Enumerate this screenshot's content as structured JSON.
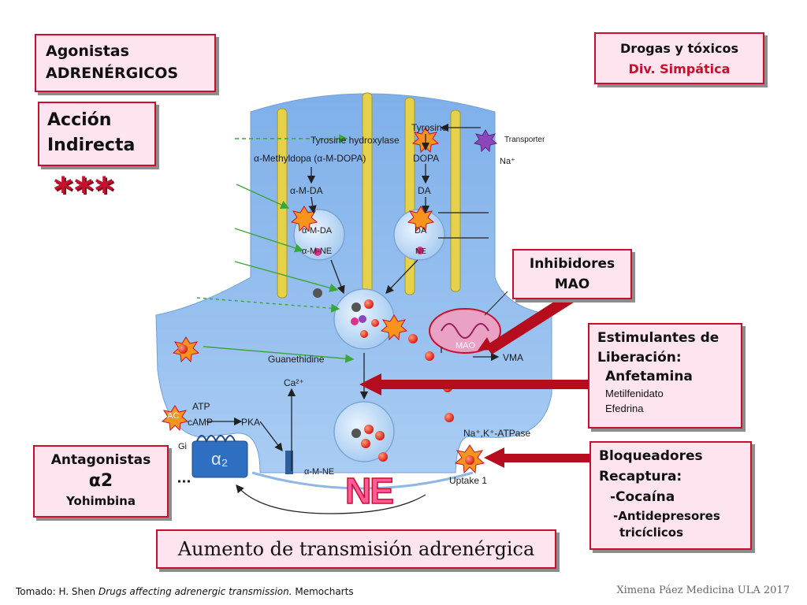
{
  "boxes": {
    "agonistas": {
      "line1": "Agonistas",
      "line2": "ADRENÉRGICOS"
    },
    "accion": {
      "line1": "Acción",
      "line2": "Indirecta"
    },
    "drogas": {
      "line1": "Drogas  y tóxicos",
      "line2": "Div. Simpática"
    },
    "inhibidores": {
      "line1": "Inhibidores",
      "line2": "MAO"
    },
    "estimulantes": {
      "line1": "Estimulantes de",
      "line2": "Liberación:",
      "item1": "Anfetamina",
      "item2": "Metilfenidato",
      "item3": "Efedrina"
    },
    "antagonistas": {
      "line1": "Antagonistas",
      "line2": "α2",
      "line3": "Yohimbina"
    },
    "bloqueadores": {
      "line1": "Bloqueadores",
      "line2": "Recaptura:",
      "item1": "-Cocaína",
      "item2": "-Antidepresores",
      "item3": "tricíclicos"
    },
    "aumento": {
      "text": "Aumento de transmisión adrenérgica"
    }
  },
  "stars": "***",
  "ne_label": "NE",
  "diagram_labels": {
    "tyrosine": "Tyrosine",
    "tyrosine_hydroxylase": "Tyrosine hydroxylase",
    "transporter": "Transporter",
    "na": "Na⁺",
    "methyldopa": "α-Methyldopa (α-M-DOPA)",
    "dopa": "DOPA",
    "amda": "α-M-DA",
    "da": "DA",
    "vesicle_amda": "α-M-DA",
    "vesicle_amne": "α-M-NE",
    "vesicle_da": "DA",
    "vesicle_ne": "NE",
    "guanethidine": "Guanethidine",
    "ca": "Ca²⁺",
    "mao": "MAO",
    "vma": "VMA",
    "atp": "ATP",
    "camp": "cAMP",
    "pka": "PKA",
    "ac": "AC",
    "gi": "Gi",
    "alpha2": "α₂",
    "amne_out": "α-M-NE",
    "nakatpase": "Na⁺,K⁺-ATPase",
    "uptake1": "Uptake 1"
  },
  "footer": {
    "prefix": "Tomado: H. Shen ",
    "title": "Drugs affecting adrenergic transmission.",
    "suffix": " Memocharts"
  },
  "credit": "Ximena Páez Medicina ULA 2017",
  "colors": {
    "box_border": "#c8102e",
    "box_fill": "#fde4ee",
    "arrow": "#b50d1e",
    "neuron": "#8ab6ec"
  }
}
